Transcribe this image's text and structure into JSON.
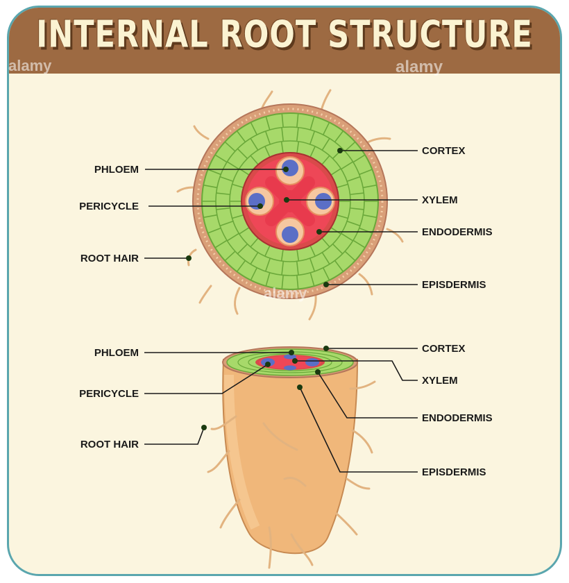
{
  "title": "INTERNAL ROOT STRUCTURE",
  "watermark": "alamy",
  "cross_section": {
    "left_labels": [
      "PHLOEM",
      "PERICYCLE",
      "ROOT HAIR"
    ],
    "right_labels": [
      "CORTEX",
      "XYLEM",
      "ENDODERMIS",
      "EPISDERMIS"
    ]
  },
  "root_tip": {
    "left_labels": [
      "PHLOEM",
      "PERICYCLE",
      "ROOT HAIR"
    ],
    "right_labels": [
      "CORTEX",
      "XYLEM",
      "ENDODERMIS",
      "EPISDERMIS"
    ]
  },
  "colors": {
    "banner": "#9d6a42",
    "background": "#fbf5df",
    "frame": "#5aa6ae",
    "cortex": "#9bd35a",
    "epidermis": "#d79f7a",
    "pericycle": "#e83a52",
    "phloem": "#5b6fc6",
    "root": "#f0b77a"
  }
}
